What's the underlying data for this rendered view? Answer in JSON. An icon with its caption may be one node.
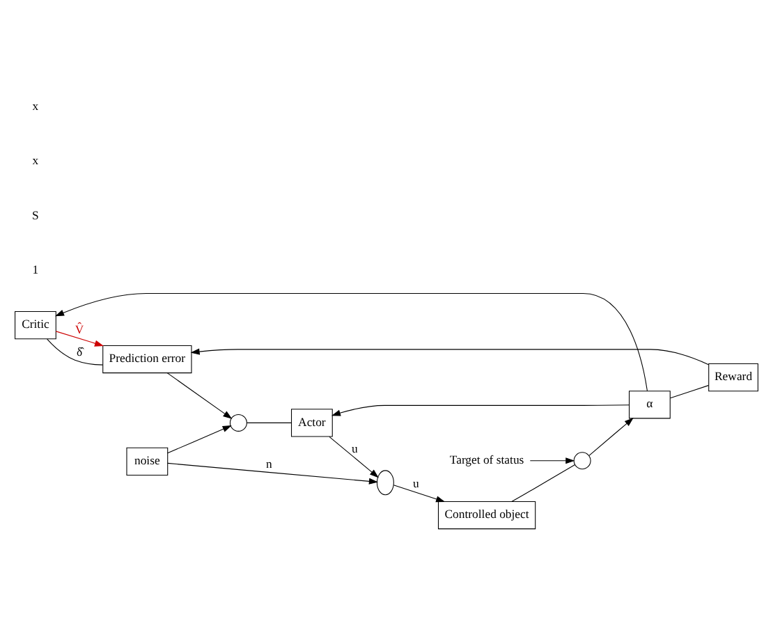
{
  "diagram": {
    "nodes": [
      {
        "text": [
          "Critic"
        ]
      },
      {
        "text": [
          "Prediction error"
        ]
      },
      {
        "text": [],
        "shape": "circle"
      },
      {
        "text": [
          "Actor"
        ]
      },
      {
        "text": [
          "noise"
        ]
      },
      {
        "text": [],
        "shape": "ellipse"
      },
      {
        "text": [
          "Controlled object"
        ]
      },
      {
        "text": [
          "Reward"
        ]
      },
      {
        "text": [
          "α"
        ]
      },
      {
        "text": [],
        "shape": "circle"
      },
      {
        "text": [
          "Target of status"
        ]
      }
    ],
    "edges": [
      {
        "from": 0,
        "to": 1,
        "arrow": "to",
        "label": "V̂",
        "color": "#cc0000"
      },
      {
        "from": 1,
        "to": 0,
        "arrow": "none",
        "label": "δ̂"
      },
      {
        "from": 1,
        "to": 2,
        "arrow": "to"
      },
      {
        "from": 2,
        "to": 3,
        "arrow": "none"
      },
      {
        "from": 4,
        "to": 2,
        "arrow": "to"
      },
      {
        "from": 4,
        "to": 5,
        "arrow": "to",
        "label": "n"
      },
      {
        "from": 3,
        "to": 5,
        "arrow": "to",
        "label": "u"
      },
      {
        "from": 5,
        "to": 6,
        "arrow": "to",
        "label": "u"
      },
      {
        "from": 6,
        "to": 9,
        "arrow": "none"
      },
      {
        "from": 10,
        "to": 9,
        "arrow": "to"
      },
      {
        "from": 9,
        "to": 8,
        "arrow": "to"
      },
      {
        "from": 8,
        "to": 7,
        "arrow": "none"
      },
      {
        "from": 7,
        "to": 1,
        "arrow": "to"
      },
      {
        "from": 8,
        "to": 0,
        "arrow": "to"
      },
      {
        "from": 8,
        "to": 3,
        "arrow": "to"
      }
    ],
    "labels": [
      "1",
      "S",
      "x",
      "x"
    ]
  }
}
